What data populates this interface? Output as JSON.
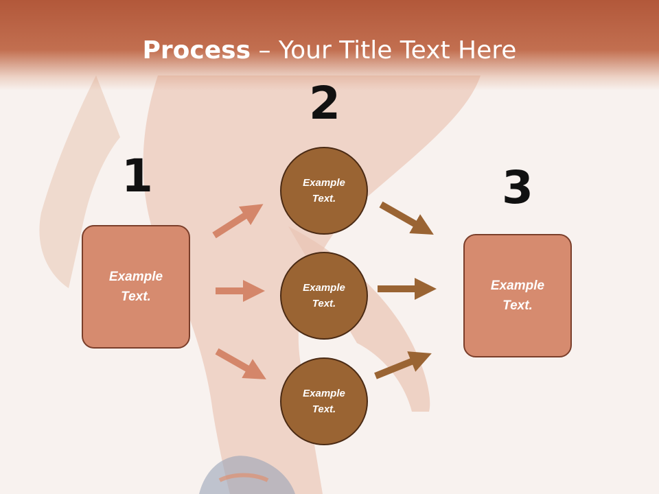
{
  "title": {
    "bold": "Process",
    "rest": " – Your Title Text Here"
  },
  "steps": {
    "one": "1",
    "two": "2",
    "three": "3"
  },
  "left_box": {
    "text": "Example\nText."
  },
  "right_box": {
    "text": "Example\nText."
  },
  "circles": [
    {
      "text": "Example\nText."
    },
    {
      "text": "Example\nText."
    },
    {
      "text": "Example\nText."
    }
  ],
  "colors": {
    "title_band": "#b2583a",
    "box_fill": "#d68b6f",
    "circle_fill": "#9a6433",
    "arrow_in": "#d4866a",
    "arrow_out": "#9a6433"
  }
}
